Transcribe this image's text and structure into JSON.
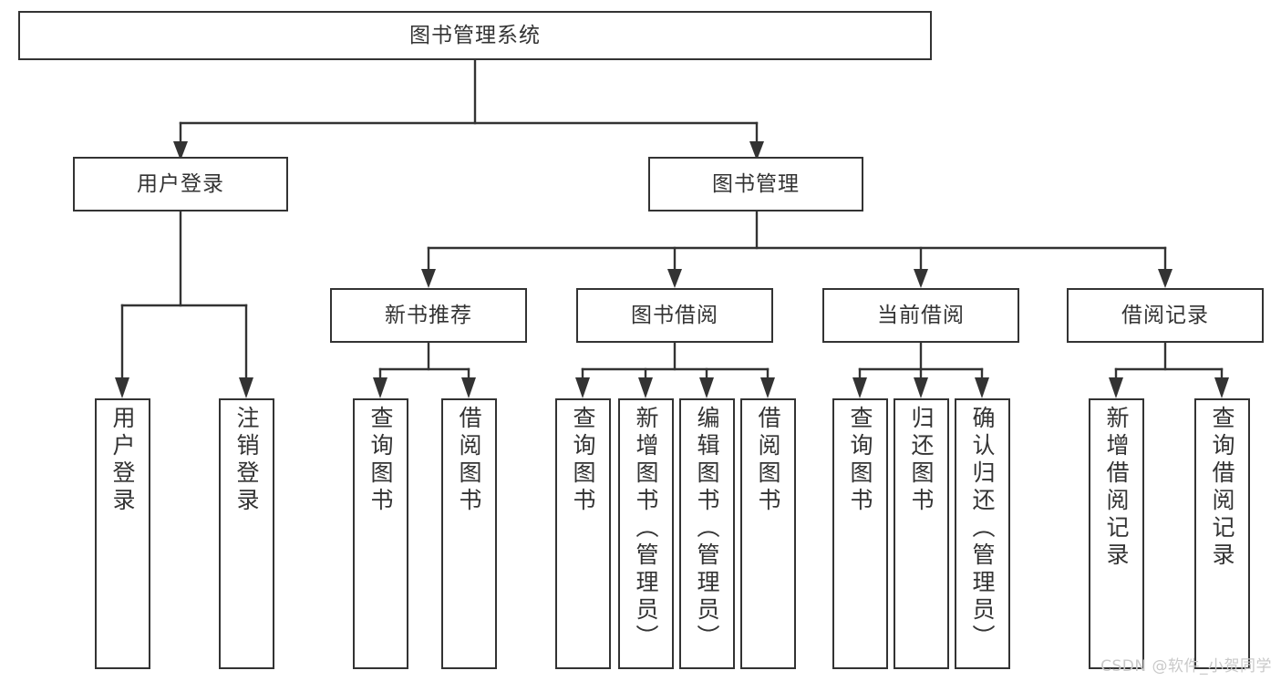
{
  "diagram": {
    "title": "图书管理系统",
    "type": "tree-hierarchy",
    "root": {
      "id": "root",
      "label": "图书管理系统"
    },
    "level1": [
      {
        "id": "user-login",
        "label": "用户登录"
      },
      {
        "id": "book-manage",
        "label": "图书管理"
      }
    ],
    "level2": [
      {
        "id": "new-book-recommend",
        "label": "新书推荐",
        "parent": "book-manage"
      },
      {
        "id": "book-borrow",
        "label": "图书借阅",
        "parent": "book-manage"
      },
      {
        "id": "current-borrow",
        "label": "当前借阅",
        "parent": "book-manage"
      },
      {
        "id": "borrow-record",
        "label": "借阅记录",
        "parent": "book-manage"
      }
    ],
    "leaves": [
      {
        "id": "leaf-user-login",
        "label": "用户登录",
        "parent": "user-login"
      },
      {
        "id": "leaf-logout-login",
        "label": "注销登录",
        "parent": "user-login"
      },
      {
        "id": "leaf-query-book-1",
        "label": "查询图书",
        "parent": "new-book-recommend"
      },
      {
        "id": "leaf-borrow-book-1",
        "label": "借阅图书",
        "parent": "new-book-recommend"
      },
      {
        "id": "leaf-query-book-2",
        "label": "查询图书",
        "parent": "book-borrow"
      },
      {
        "id": "leaf-add-book",
        "label": "新增图书（管理员）",
        "parent": "book-borrow"
      },
      {
        "id": "leaf-edit-book",
        "label": "编辑图书（管理员）",
        "parent": "book-borrow"
      },
      {
        "id": "leaf-borrow-book-2",
        "label": "借阅图书",
        "parent": "book-borrow"
      },
      {
        "id": "leaf-query-book-3",
        "label": "查询图书",
        "parent": "current-borrow"
      },
      {
        "id": "leaf-return-book",
        "label": "归还图书",
        "parent": "current-borrow"
      },
      {
        "id": "leaf-confirm-return",
        "label": "确认归还（管理员）",
        "parent": "current-borrow"
      },
      {
        "id": "leaf-add-record",
        "label": "新增借阅记录",
        "parent": "borrow-record"
      },
      {
        "id": "leaf-query-record",
        "label": "查询借阅记录",
        "parent": "borrow-record"
      }
    ],
    "colors": {
      "border": "#333333",
      "text": "#333333",
      "background": "#ffffff",
      "watermark": "#c9c9c9"
    }
  },
  "watermark": {
    "text": "CSDN @软件_小贺同学"
  }
}
